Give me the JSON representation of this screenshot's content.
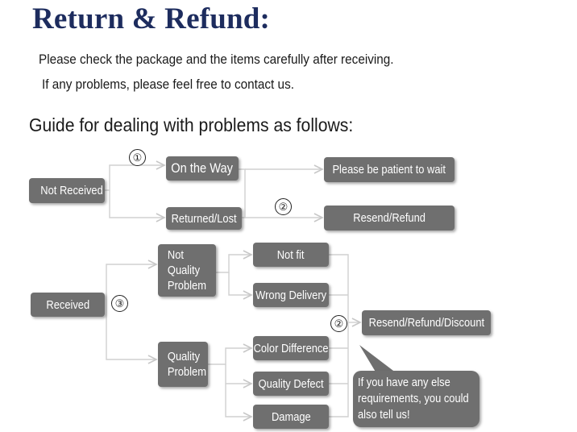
{
  "header": {
    "title": "Return & Refund:",
    "line1": "Please check the package and the items carefully after receiving.",
    "line2": "If any problems, please feel free to contact us.",
    "guide": "Guide for dealing with problems as follows:"
  },
  "flow": {
    "not_received": "Not Received",
    "on_the_way": "On the Way",
    "returned_lost": "Returned/Lost",
    "patient_wait": "Please be patient to wait",
    "resend_refund": "Resend/Refund",
    "received": "Received",
    "not_quality_problem": "Not\nQuality\nProblem",
    "quality_problem": "Quality\nProblem",
    "not_fit": "Not fit",
    "wrong_delivery": "Wrong Delivery",
    "color_difference": "Color Difference",
    "quality_defect": "Quality Defect",
    "damage": "Damage",
    "resend_refund_discount": "Resend/Refund/Discount",
    "bubble_text": "If you have any else\nrequirements, you could\nalso tell us!",
    "marker_1": "①",
    "marker_2a": "②",
    "marker_3": "③",
    "marker_2b": "②"
  },
  "colors": {
    "title": "#1d2c5e",
    "box_fill": "#6f6f6f",
    "box_text": "#ffffff",
    "connector": "#cfcfcf"
  }
}
